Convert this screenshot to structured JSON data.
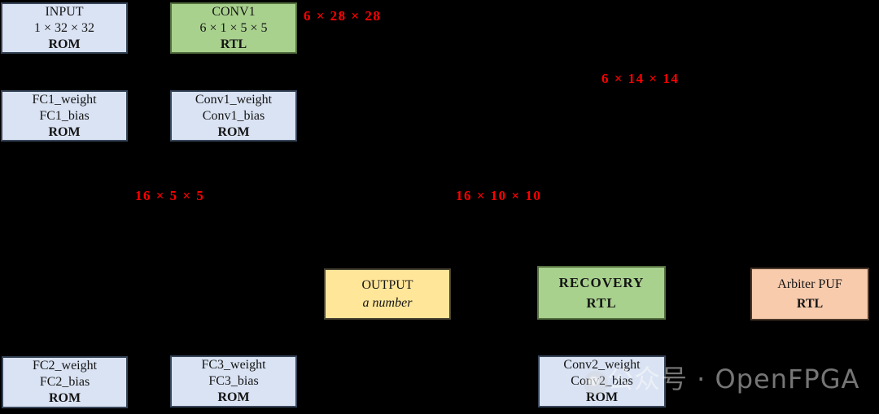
{
  "canvas": {
    "background": "#000000"
  },
  "colors": {
    "rom_box_fill": "#dae3f3",
    "rtl_box_fill": "#a9d18e",
    "output_box_fill": "#ffe699",
    "puf_box_fill": "#f8cbad",
    "dim_label_color": "#ff0000",
    "watermark_color": "#7d7d7d"
  },
  "boxes": {
    "input": {
      "title": "INPUT",
      "dims": "1 × 32 × 32",
      "impl": "ROM"
    },
    "conv1": {
      "title": "CONV1",
      "dims": "6 × 1 × 5 × 5",
      "impl": "RTL"
    },
    "fc1_params": {
      "line1": "FC1_weight",
      "line2": "FC1_bias",
      "impl": "ROM"
    },
    "conv1_params": {
      "line1": "Conv1_weight",
      "line2": "Conv1_bias",
      "impl": "ROM"
    },
    "fc2_params": {
      "line1": "FC2_weight",
      "line2": "FC2_bias",
      "impl": "ROM"
    },
    "fc3_params": {
      "line1": "FC3_weight",
      "line2": "FC3_bias",
      "impl": "ROM"
    },
    "conv2_params": {
      "line1": "Conv2_weight",
      "line2": "Conv2_bias",
      "impl": "ROM"
    },
    "output": {
      "title": "OUTPUT",
      "subtitle": "a number"
    },
    "recovery": {
      "title": "RECOVERY",
      "impl": "RTL"
    },
    "arbiter_puf": {
      "title": "Arbiter PUF",
      "impl": "RTL"
    }
  },
  "dim_labels": {
    "conv1_out": "6 × 28 × 28",
    "pool1_out": "6 × 14 × 14",
    "conv2_kernel": "16 × 5 × 5",
    "conv2_out": "16 × 10 × 10"
  },
  "watermark": {
    "text": "公众号 · OpenFPGA"
  }
}
